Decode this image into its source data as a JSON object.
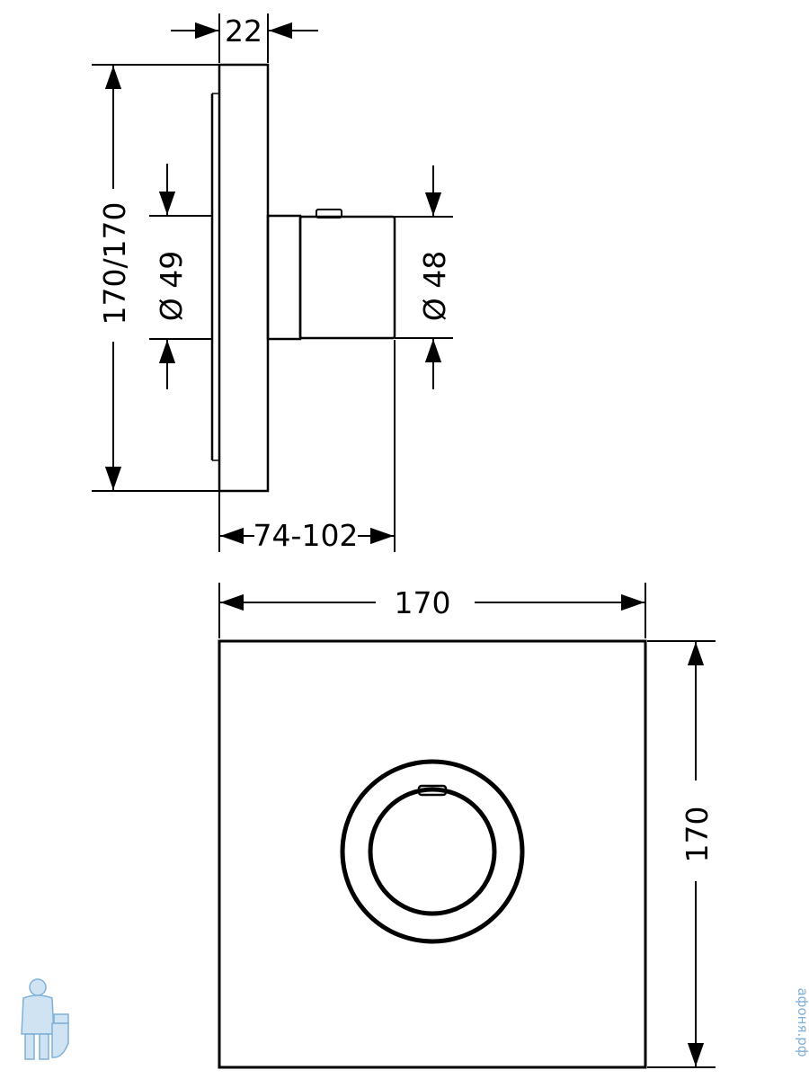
{
  "dimensions": {
    "plate_depth": "22",
    "height_side": "170/170",
    "dia_base": "Ø 49",
    "dia_handle": "Ø 48",
    "depth_range": "74-102",
    "width_front": "170",
    "height_front": "170"
  },
  "watermark": {
    "site_text": "афоня.рф",
    "logo_icon": "plumber-mascot-icon"
  },
  "colors": {
    "line": "#000000",
    "background": "#ffffff",
    "watermark": "#7fb0d8"
  }
}
